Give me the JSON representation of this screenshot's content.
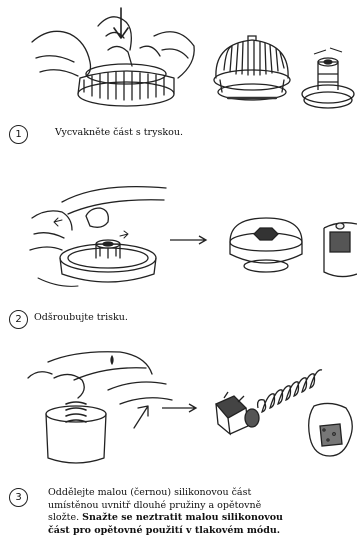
{
  "steps": [
    {
      "number": "1",
      "caption": "Vycvakněte  část s tryskou."
    },
    {
      "number": "2",
      "caption": "Odšroubujte trisku."
    },
    {
      "number": "3",
      "caption_lines": [
        "Oddělejte malou (černou) silikonovou část",
        "umístěnou uvnitř dlouhé pružiny a opětovně",
        "složte."
      ],
      "caption_bold_inline": "Snažte se neztratit malou silikonovou",
      "caption_bold_line": "část pro opětovné použití v tlakovém módu."
    }
  ],
  "icons": [
    "hand-press-icon",
    "nozzle-cap-icon",
    "nozzle-icon",
    "hand-unscrew-icon",
    "arrow-right-icon",
    "silicone-part-icon",
    "spring-icon",
    "lens-magnifier-icon"
  ]
}
